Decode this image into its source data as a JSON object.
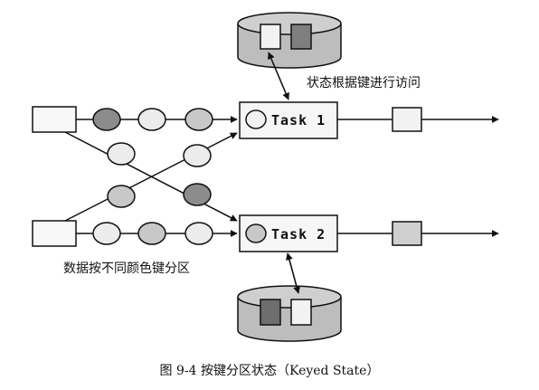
{
  "diagram": {
    "task1_label": "Task 1",
    "task2_label": "Task 2",
    "state_access_label": "状态根据键进行访问",
    "partition_label": "数据按不同颜色键分区",
    "caption": "图 9-4 按键分区状态（Keyed State）"
  },
  "colors": {
    "dark_key": "#8c8c8c",
    "medium_key": "#c8c8c8",
    "light_key": "#ececec",
    "light_state": "#f2f2f2",
    "dark_state": "#7a7a7a",
    "cylinder": "#bdbdbd",
    "task_box": "#f6f6f6",
    "stroke": "#111111"
  }
}
